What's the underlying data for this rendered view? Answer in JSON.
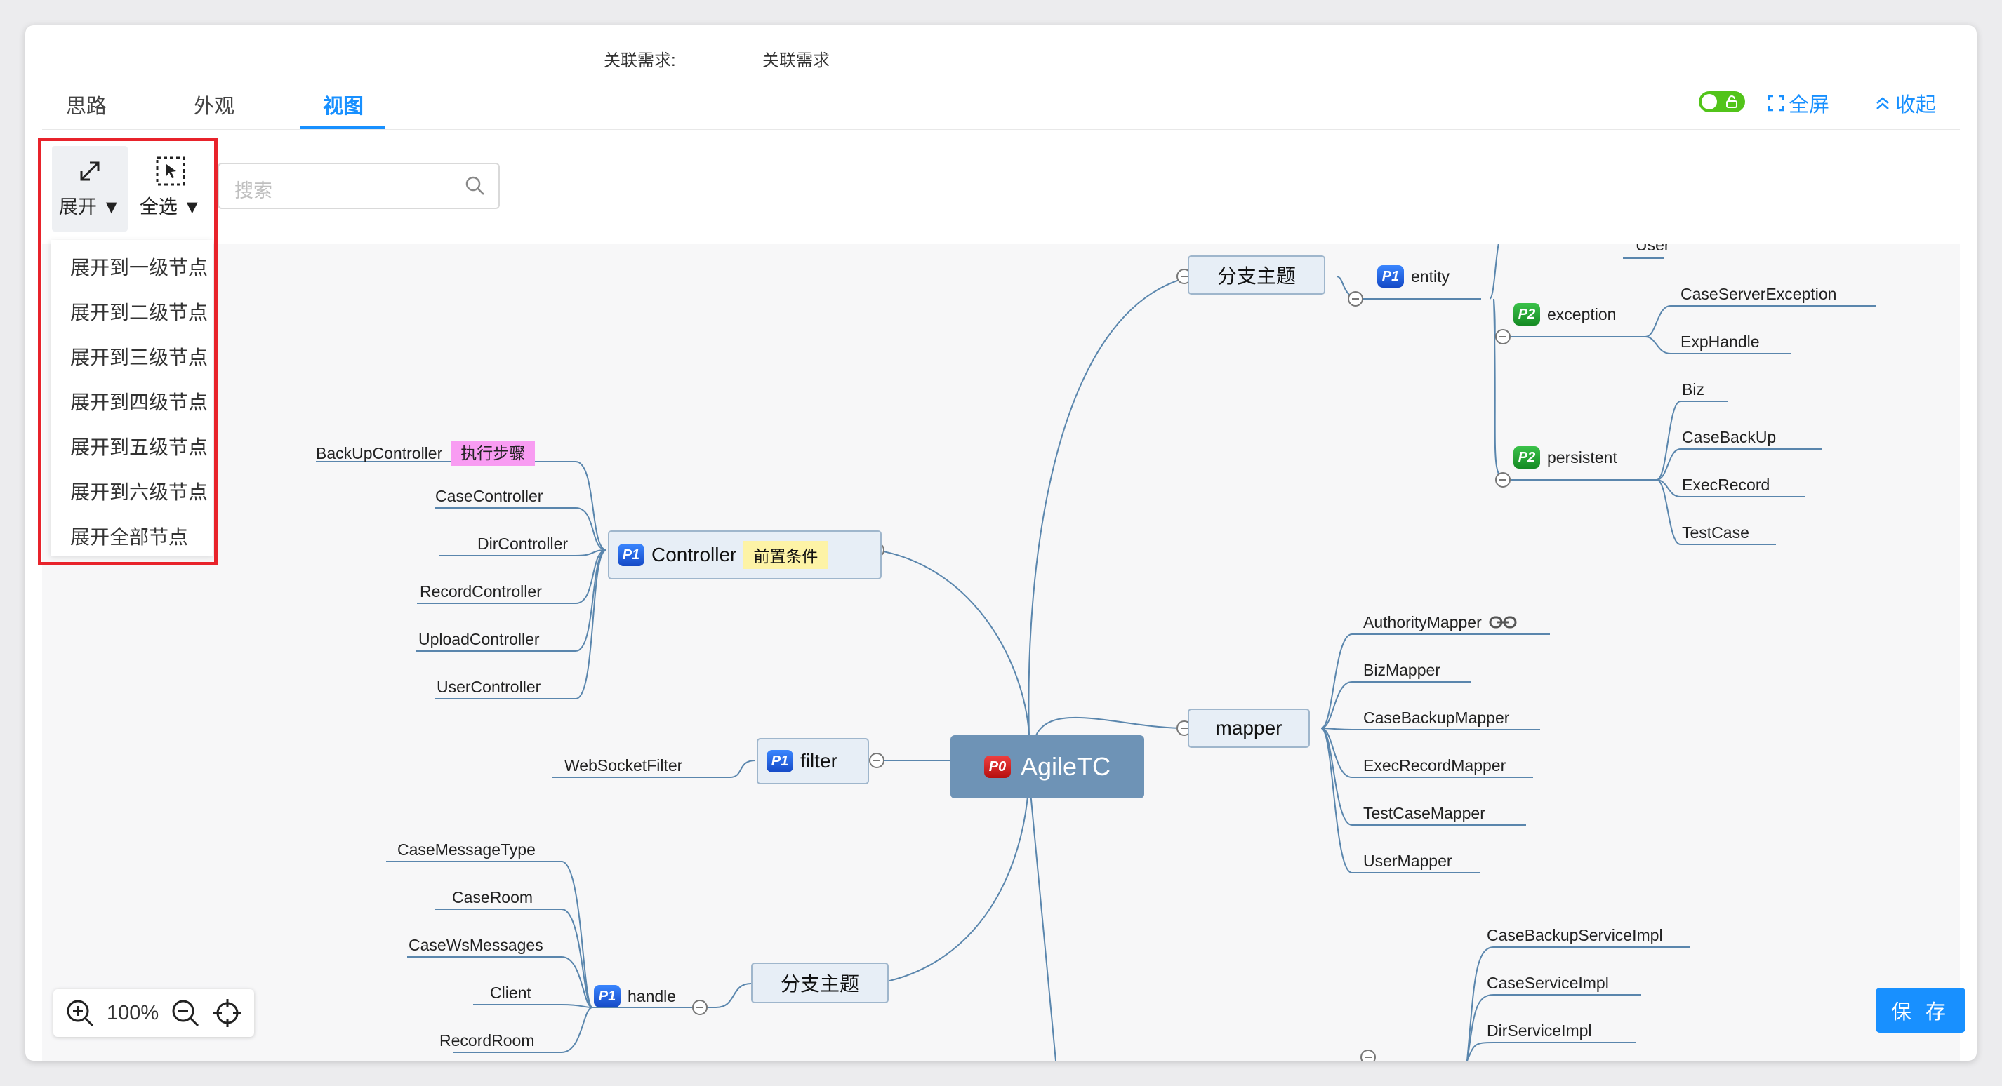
{
  "header": {
    "meta_label": "关联需求:",
    "meta_value": "关联需求",
    "tabs": [
      {
        "label": "思路"
      },
      {
        "label": "外观"
      },
      {
        "label": "视图"
      }
    ],
    "fullscreen_label": "全屏",
    "collapse_label": "收起"
  },
  "toolbar": {
    "expand_label": "展开",
    "select_all_label": "全选",
    "search_placeholder": "搜索"
  },
  "expand_menu": [
    "展开到一级节点",
    "展开到二级节点",
    "展开到三级节点",
    "展开到四级节点",
    "展开到五级节点",
    "展开到六级节点",
    "展开全部节点"
  ],
  "mindmap": {
    "root": {
      "label": "AgileTC",
      "priority": "P0"
    },
    "controller": {
      "label": "Controller",
      "priority": "P1",
      "tag": "前置条件",
      "children": [
        "BackUpController",
        "CaseController",
        "DirController",
        "RecordController",
        "UploadController",
        "UserController"
      ],
      "child_tag": "执行步骤"
    },
    "filter": {
      "label": "filter",
      "priority": "P1",
      "children": [
        "WebSocketFilter"
      ]
    },
    "branch_bottom": {
      "label": "分支主题",
      "child": {
        "label": "handle",
        "priority": "P1"
      },
      "children": [
        "CaseMessageType",
        "CaseRoom",
        "CaseWsMessages",
        "Client",
        "RecordRoom"
      ]
    },
    "branch_top": {
      "label": "分支主题",
      "entity": {
        "label": "entity",
        "priority": "P1",
        "child_partial": "User"
      },
      "exception": {
        "label": "exception",
        "priority": "P2",
        "children": [
          "CaseServerException",
          "ExpHandle"
        ]
      },
      "persistent": {
        "label": "persistent",
        "priority": "P2",
        "children": [
          "Biz",
          "CaseBackUp",
          "ExecRecord",
          "TestCase"
        ]
      }
    },
    "mapper": {
      "label": "mapper",
      "children": [
        "AuthorityMapper",
        "BizMapper",
        "CaseBackupMapper",
        "ExecRecordMapper",
        "TestCaseMapper",
        "UserMapper"
      ]
    },
    "service": {
      "children": [
        "CaseBackupServiceImpl",
        "CaseServiceImpl",
        "DirServiceImpl"
      ]
    }
  },
  "zoom": {
    "percent": "100%"
  },
  "save_label": "保 存",
  "colors": {
    "accent": "#1890ff",
    "highlight_box": "#e8232b",
    "root_fill": "#6e93b6",
    "tag_pink": "#f89cf2",
    "tag_yellow": "#fdf3a6"
  }
}
